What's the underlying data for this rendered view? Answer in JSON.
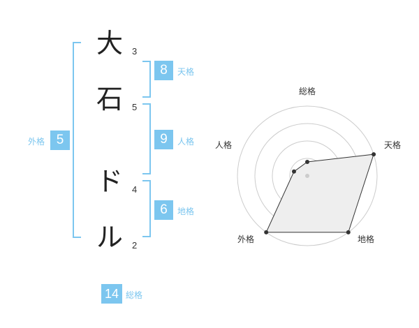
{
  "name": {
    "chars": [
      {
        "char": "大",
        "strokes": "3"
      },
      {
        "char": "石",
        "strokes": "5"
      },
      {
        "char": "ド",
        "strokes": "4"
      },
      {
        "char": "ル",
        "strokes": "2"
      }
    ]
  },
  "fortune": {
    "tenkaku": {
      "value": "8",
      "label": "天格"
    },
    "jinkaku": {
      "value": "9",
      "label": "人格"
    },
    "chikaku": {
      "value": "6",
      "label": "地格"
    },
    "gaikaku": {
      "value": "5",
      "label": "外格"
    },
    "soukaku": {
      "value": "14",
      "label": "総格"
    }
  },
  "colors": {
    "accent": "#7cc6ef",
    "grid": "#cccccc",
    "fill": "#eeeeee",
    "line": "#333333"
  },
  "chart_data": {
    "type": "radar",
    "axes": [
      "総格",
      "天格",
      "地格",
      "外格",
      "人格"
    ],
    "values": [
      1,
      5,
      5,
      5,
      1
    ],
    "max": 5,
    "rings": 4
  }
}
